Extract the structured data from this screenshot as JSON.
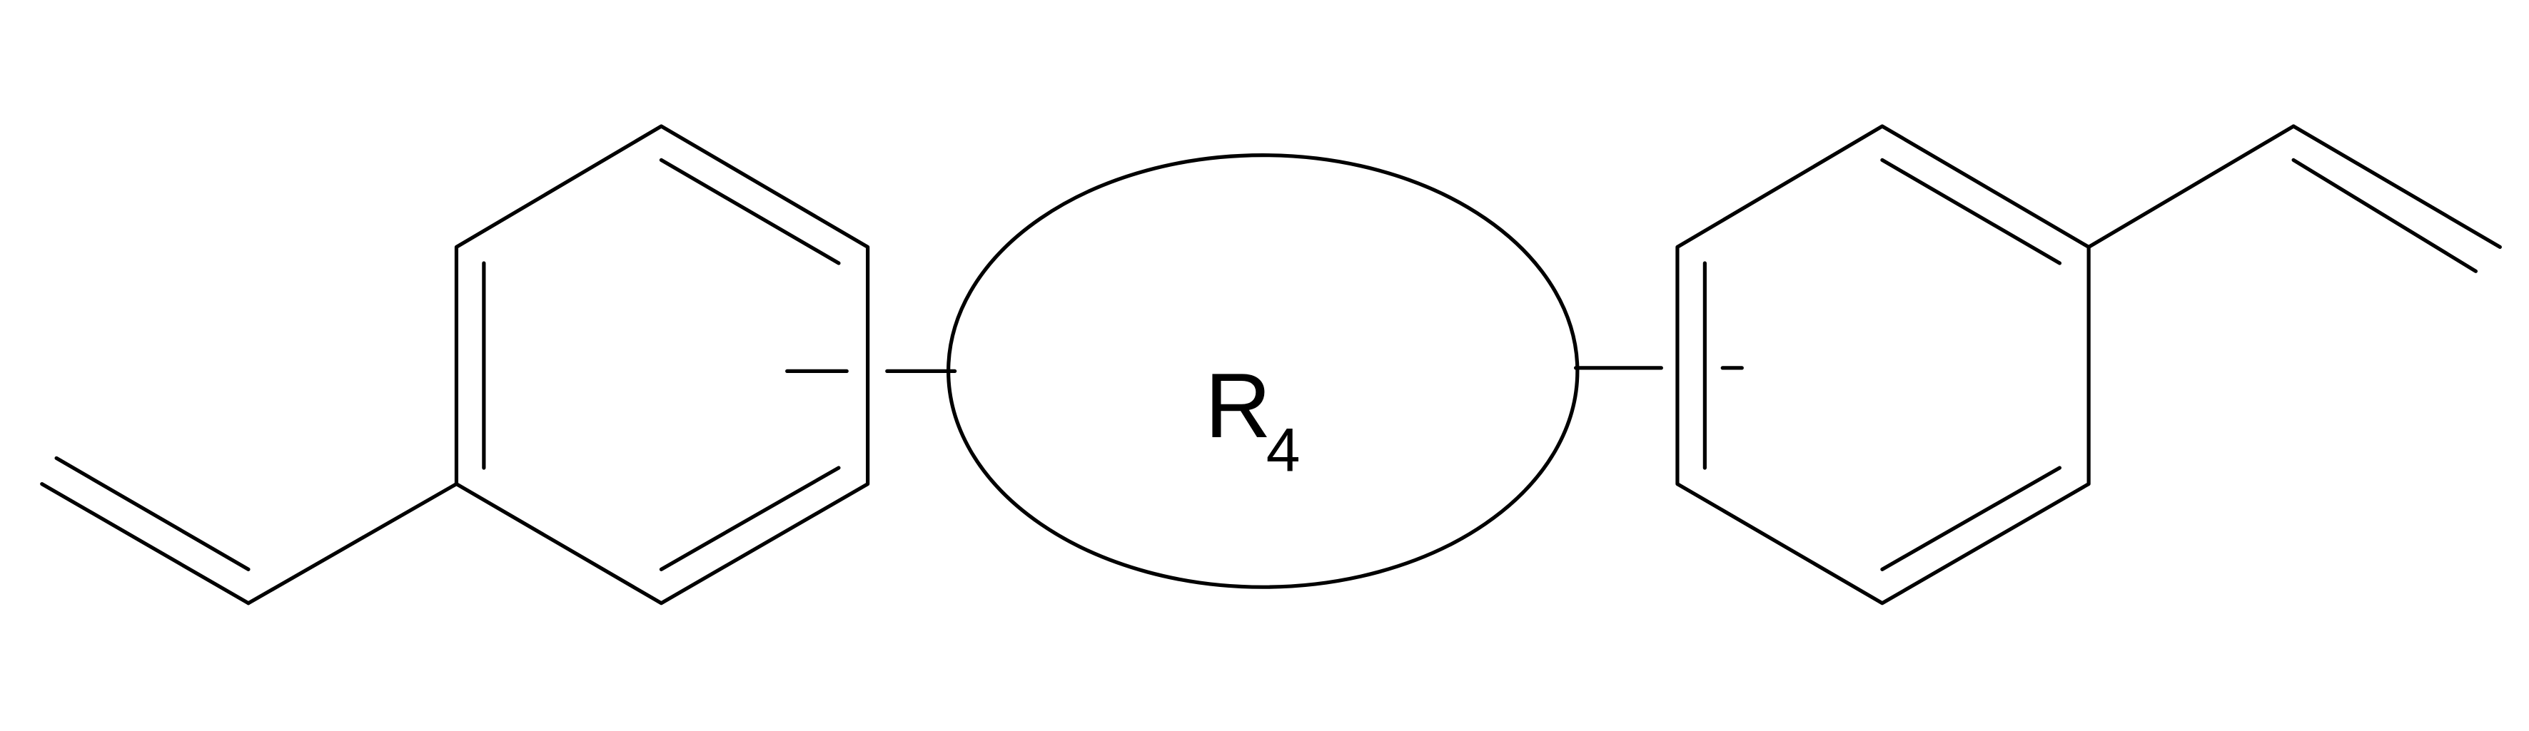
{
  "diagram": {
    "type": "chemical-structure",
    "substituent_label": "R",
    "substituent_subscript": "4",
    "line_color": "#000000",
    "background": "#ffffff"
  }
}
